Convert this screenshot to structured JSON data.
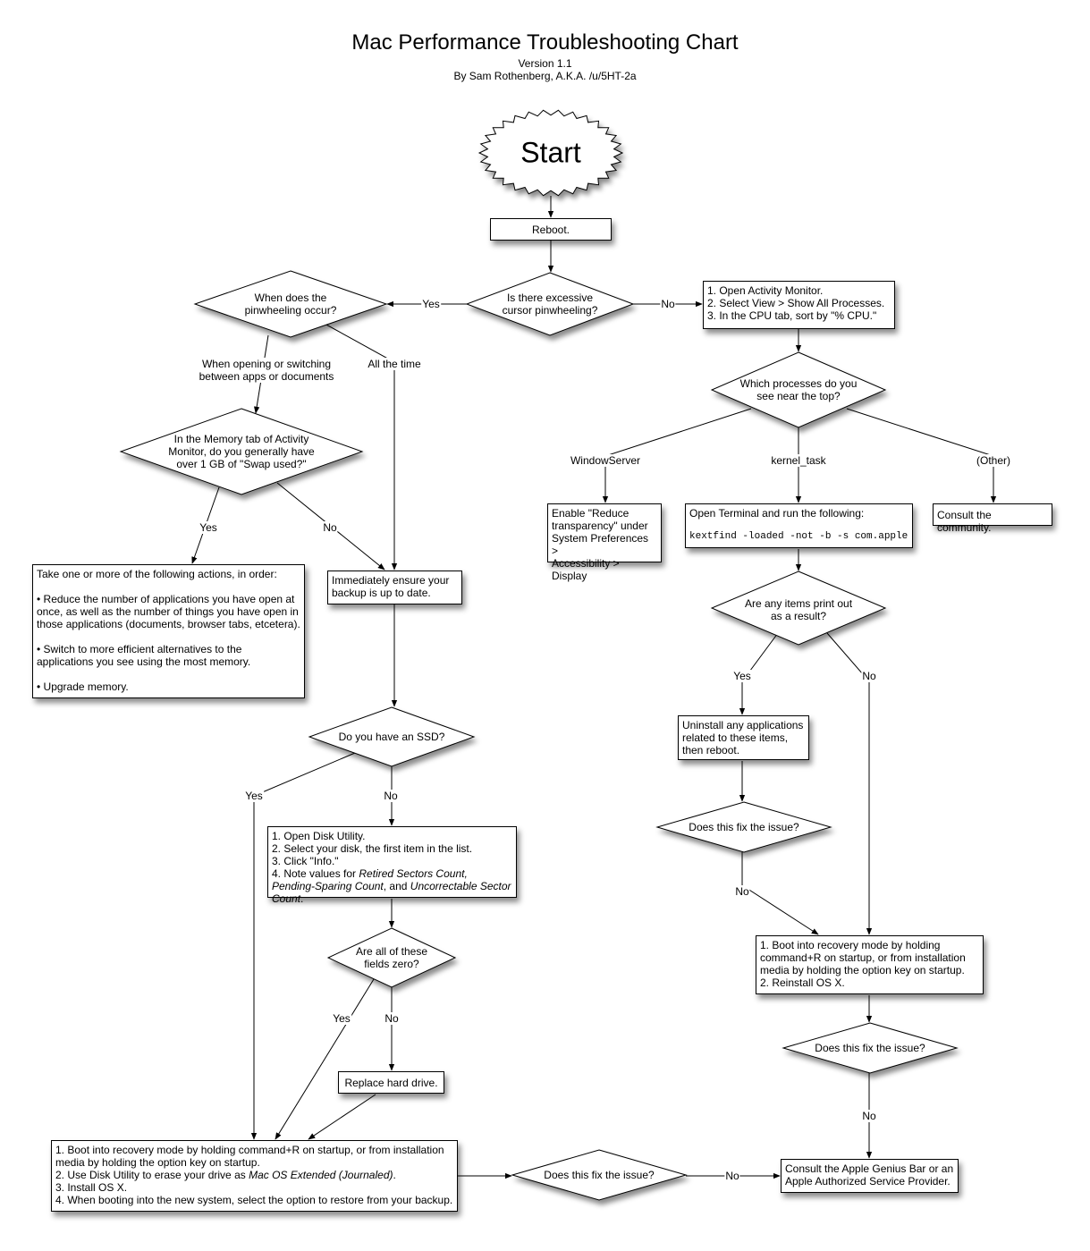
{
  "header": {
    "title": "Mac Performance Troubleshooting Chart",
    "version": "Version 1.1",
    "author": "By Sam Rothenberg, A.K.A. /u/5HT-2a"
  },
  "nodes": {
    "start": "Start",
    "reboot": "Reboot.",
    "q_pinwheel": "Is there excessive\ncursor pinwheeling?",
    "q_when": "When does the\npinwheeling occur?",
    "activity_steps": "1. Open Activity Monitor.\n2. Select View > Show All Processes.\n3. In the CPU tab, sort by \"% CPU.\"",
    "q_processes": "Which processes do you\nsee near the top?",
    "q_swap": "In the Memory tab of Activity\nMonitor, do you generally have\nover 1 GB of \"Swap used?\"",
    "memory_actions": "Take one or more of the following actions, in order:\n\n• Reduce the number of applications you have open at once, as well as the number of things you have open in those applications (documents, browser tabs, etcetera).\n\n• Switch to more efficient alternatives to the applications you see using the most memory.\n\n• Upgrade memory.",
    "backup": "Immediately ensure your\nbackup is up to date.",
    "reduce_transparency": "Enable \"Reduce\ntransparency\" under\nSystem Preferences >\nAccessibility > Display",
    "terminal_intro": "Open Terminal and run the following:",
    "terminal_cmd": "kextfind -loaded -not -b -s com.apple",
    "community": "Consult the community.",
    "q_items": "Are any items print out\nas a result?",
    "uninstall": "Uninstall any applications\nrelated to these items,\nthen reboot.",
    "q_fix1": "Does this fix the issue?",
    "q_ssd": "Do you have an SSD?",
    "disk_steps_1": "1. Open Disk Utility.\n2. Select your disk, the first item in the list.\n3. Click \"Info.\"\n4. Note values for ",
    "disk_steps_it1": "Retired Sectors Count, Pending-Sparing Count",
    "disk_steps_2": ", and ",
    "disk_steps_it2": "Uncorrectable Sector Count",
    "disk_steps_3": ".",
    "q_zero": "Are all of these\nfields zero?",
    "replace_drive": "Replace hard drive.",
    "reinstall_steps": "1. Boot into recovery mode by holding command+R on startup, or from installation media by holding the option key on startup.\n2. Reinstall OS X.",
    "q_fix2": "Does this fix the issue?",
    "erase_1": "1. Boot into recovery mode by holding command+R on startup, or from installation media by holding the option key on startup.\n2. Use Disk Utility to erase your drive as ",
    "erase_it": "Mac OS Extended (Journaled)",
    "erase_2": ".\n3. Install OS X.\n4. When booting into the new system, select the option to restore from your backup.",
    "q_fix3": "Does this fix the issue?",
    "genius": "Consult the Apple Genius Bar or an\nApple Authorized Service Provider."
  },
  "edge_labels": {
    "yes": "Yes",
    "no": "No",
    "opening_switching": "When opening or switching\nbetween apps or documents",
    "all_time": "All the time",
    "windowserver": "WindowServer",
    "kernel_task": "kernel_task",
    "other": "(Other)"
  }
}
